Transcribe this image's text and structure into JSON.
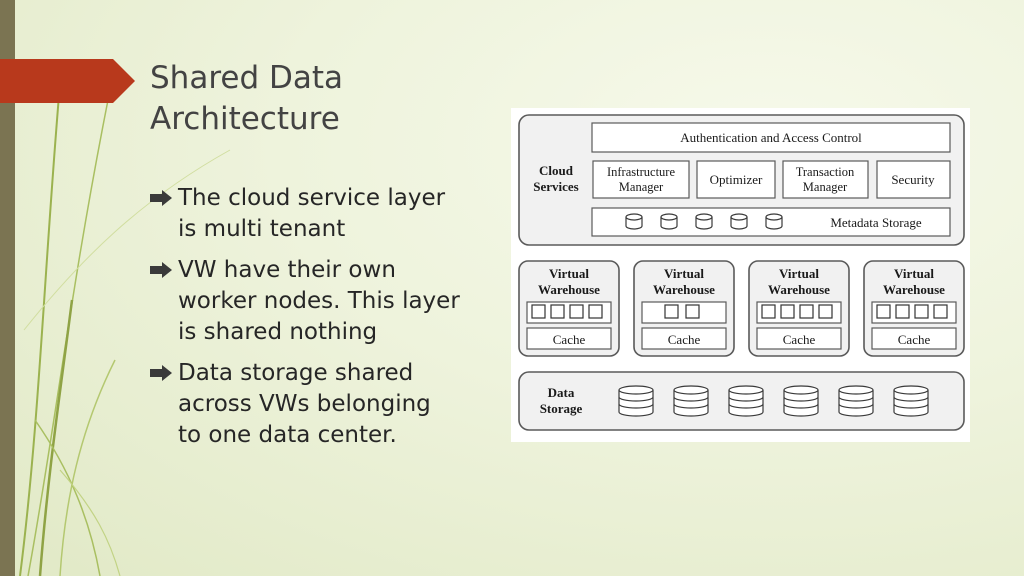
{
  "slide": {
    "title_line1": "Shared Data",
    "title_line2": "Architecture",
    "bullets": [
      {
        "line1": "The cloud service layer",
        "line2": "is multi tenant",
        "line3": ""
      },
      {
        "line1": "VW have their own",
        "line2": "worker nodes. This layer",
        "line3": "is shared nothing"
      },
      {
        "line1": "Data storage shared",
        "line2": "across VWs belonging",
        "line3": "to one data center."
      }
    ]
  },
  "diagram": {
    "cloud_services": {
      "label_line1": "Cloud",
      "label_line2": "Services",
      "auth": "Authentication and Access Control",
      "infra_line1": "Infrastructure",
      "infra_line2": "Manager",
      "optimizer": "Optimizer",
      "txn_line1": "Transaction",
      "txn_line2": "Manager",
      "security": "Security",
      "metadata": "Metadata Storage"
    },
    "warehouses": [
      {
        "line1": "Virtual",
        "line2": "Warehouse",
        "cache": "Cache"
      },
      {
        "line1": "Virtual",
        "line2": "Warehouse",
        "cache": "Cache"
      },
      {
        "line1": "Virtual",
        "line2": "Warehouse",
        "cache": "Cache"
      },
      {
        "line1": "Virtual",
        "line2": "Warehouse",
        "cache": "Cache"
      }
    ],
    "data_storage": {
      "label_line1": "Data",
      "label_line2": "Storage"
    }
  },
  "colors": {
    "accent": "#b8391c",
    "left_bar": "#7b7452",
    "stem": "#8fa345"
  }
}
